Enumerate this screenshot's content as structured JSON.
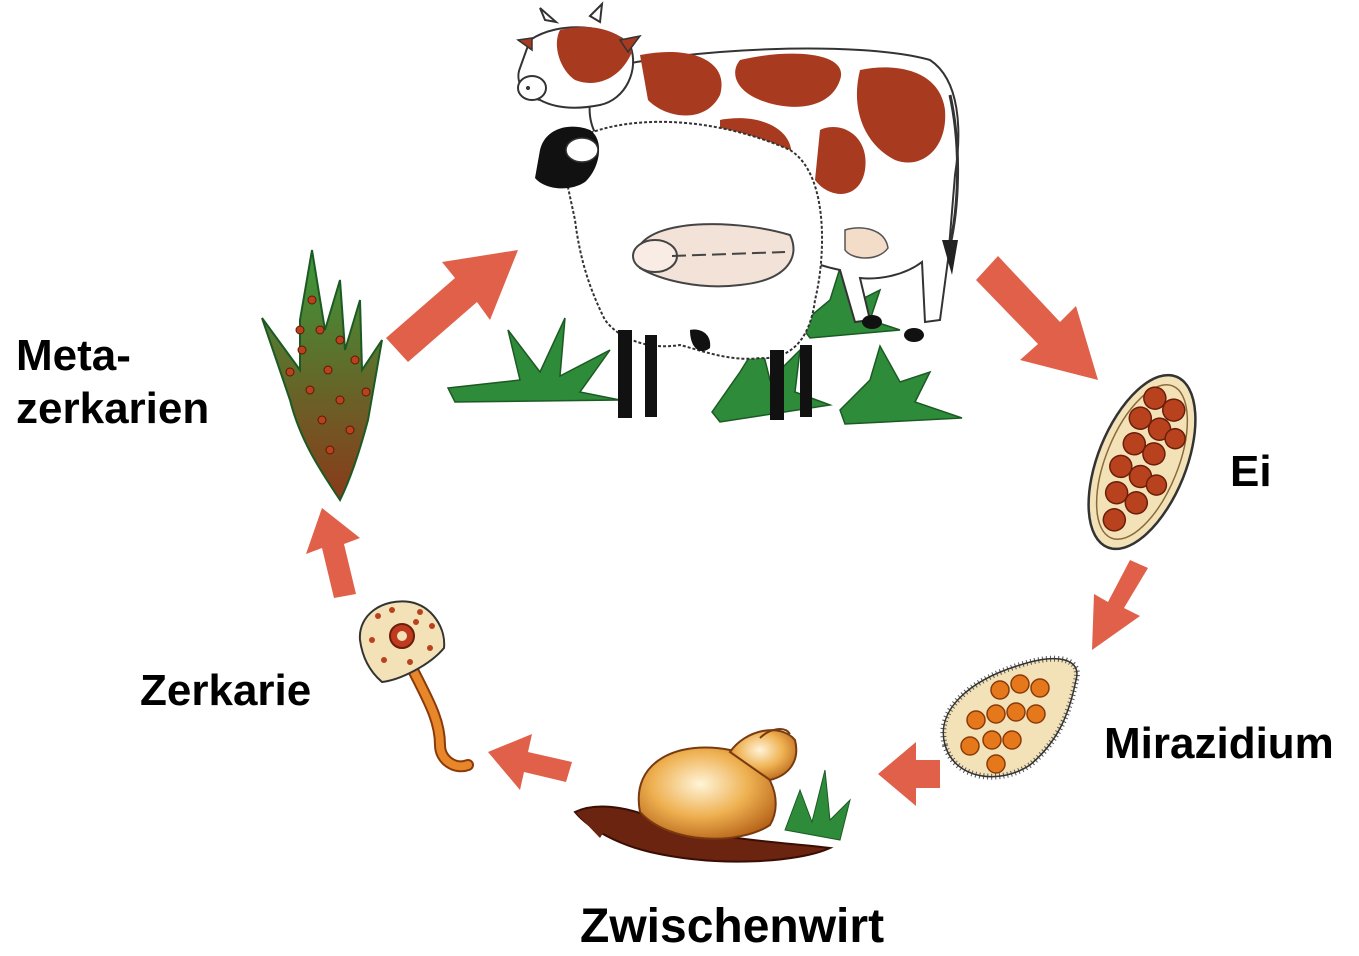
{
  "labels": {
    "metazerkarien_line1": "Meta-",
    "metazerkarien_line2": "zerkarien",
    "ei": "Ei",
    "mirazidium": "Mirazidium",
    "zerkarie": "Zerkarie",
    "zwischenwirt": "Zwischenwirt"
  },
  "colors": {
    "arrow": "#e0604a",
    "cow_spots": "#a83a20",
    "grass": "#2e8b3a",
    "egg_fill": "#f3e2b8",
    "egg_dots": "#b8421d",
    "snail_shell": "#e8a640",
    "snail_body": "#6b2410",
    "cercaria_tail": "#d8711c"
  },
  "icons": [
    "cow-icon",
    "sheep-icon",
    "liver-icon",
    "grass-icon",
    "egg-icon",
    "miracidium-icon",
    "snail-icon",
    "cercaria-icon",
    "metacercaria-grass-icon"
  ]
}
